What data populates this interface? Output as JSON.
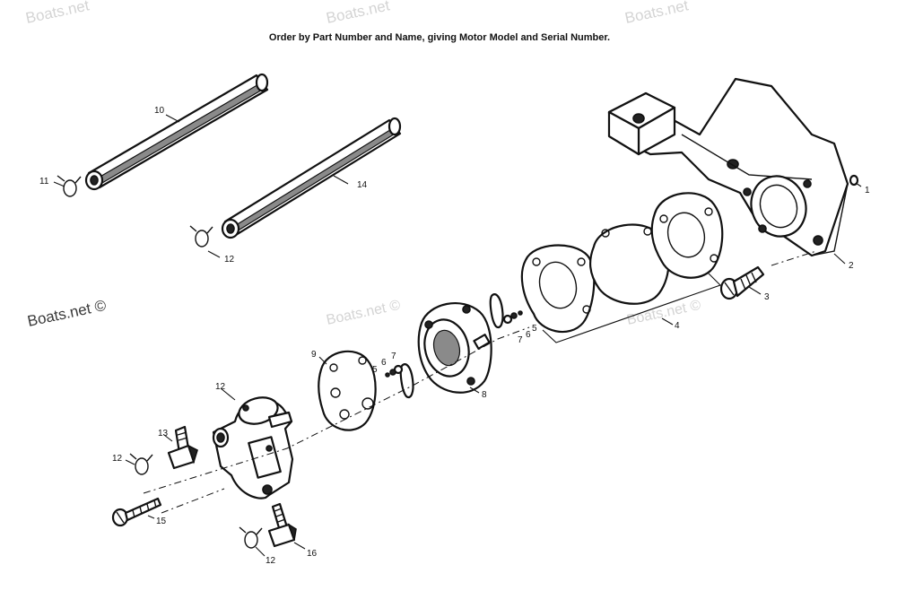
{
  "header": "Order by Part Number and Name, giving Motor Model and Serial Number.",
  "watermarks": {
    "faint": "Boats.net",
    "strong": "Boats.net ©",
    "mid": "Boats.net ©"
  },
  "callouts": [
    {
      "id": "c1",
      "text": "1"
    },
    {
      "id": "c2",
      "text": "2"
    },
    {
      "id": "c3",
      "text": "3"
    },
    {
      "id": "c4",
      "text": "4"
    },
    {
      "id": "c5a",
      "text": "5"
    },
    {
      "id": "c5b",
      "text": "5"
    },
    {
      "id": "c6a",
      "text": "6"
    },
    {
      "id": "c6b",
      "text": "6"
    },
    {
      "id": "c7a",
      "text": "7"
    },
    {
      "id": "c7b",
      "text": "7"
    },
    {
      "id": "c8",
      "text": "8"
    },
    {
      "id": "c9",
      "text": "9"
    },
    {
      "id": "c10",
      "text": "10"
    },
    {
      "id": "c11",
      "text": "11"
    },
    {
      "id": "c12a",
      "text": "12"
    },
    {
      "id": "c12b",
      "text": "12"
    },
    {
      "id": "c12c",
      "text": "12"
    },
    {
      "id": "c12d",
      "text": "12"
    },
    {
      "id": "c13",
      "text": "13"
    },
    {
      "id": "c14",
      "text": "14"
    },
    {
      "id": "c15",
      "text": "15"
    },
    {
      "id": "c16",
      "text": "16"
    }
  ]
}
